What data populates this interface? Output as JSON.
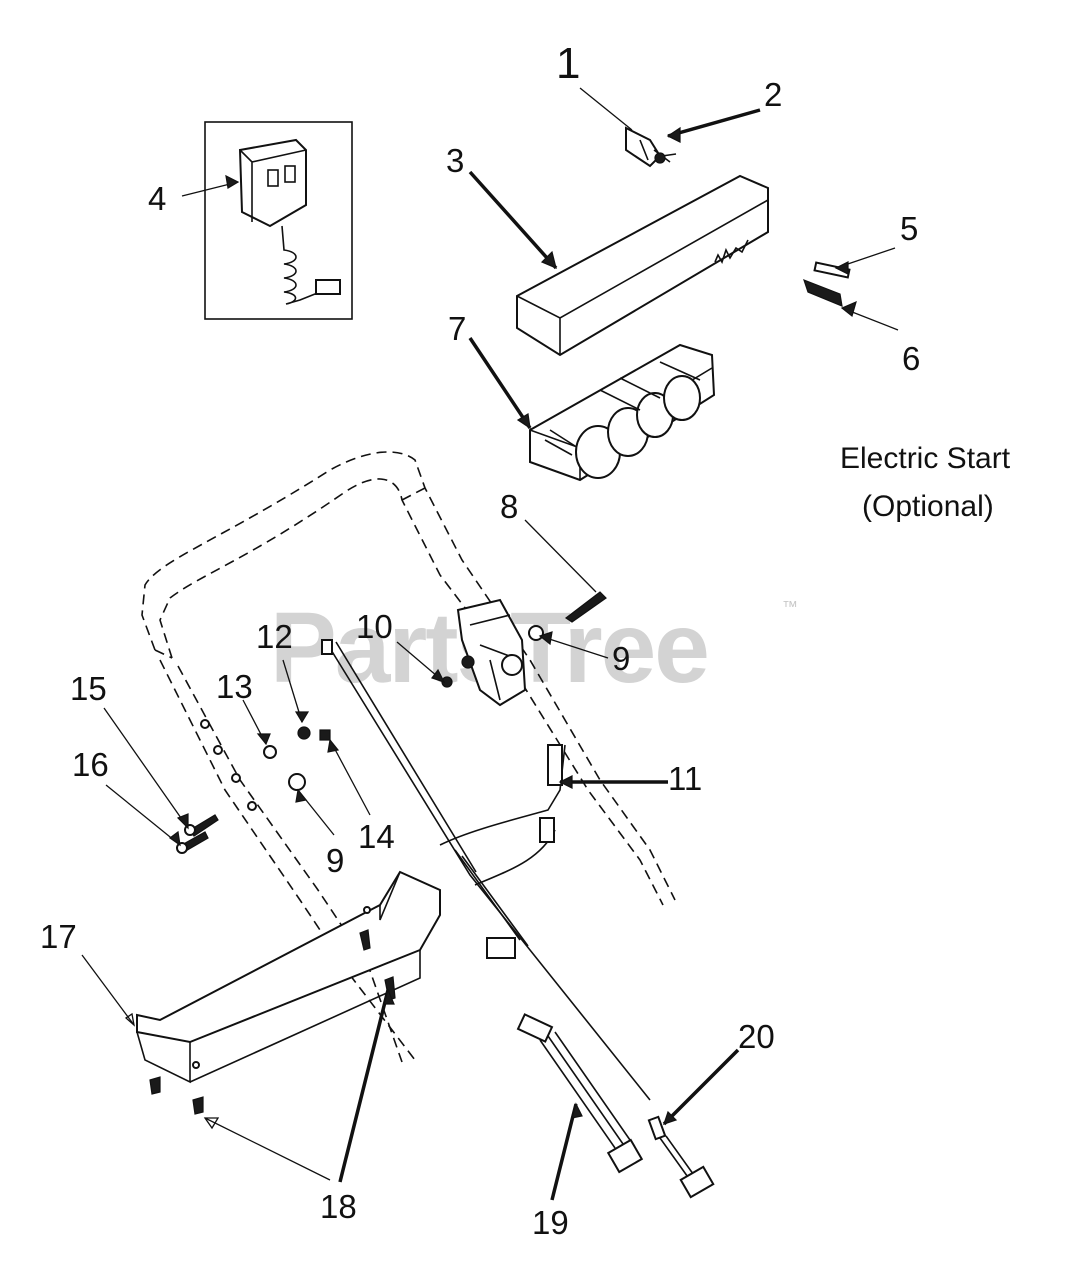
{
  "watermark": {
    "text": "PartsTree",
    "trademark": "™"
  },
  "note": {
    "line1": "Electric Start",
    "line2": "(Optional)"
  },
  "callouts": {
    "c1": "1",
    "c2": "2",
    "c3": "3",
    "c4": "4",
    "c5": "5",
    "c6": "6",
    "c7": "7",
    "c8": "8",
    "c9a": "9",
    "c9b": "9",
    "c10": "10",
    "c11": "11",
    "c12": "12",
    "c13": "13",
    "c14": "14",
    "c15": "15",
    "c16": "16",
    "c17": "17",
    "c18": "18",
    "c19": "19",
    "c20": "20"
  }
}
